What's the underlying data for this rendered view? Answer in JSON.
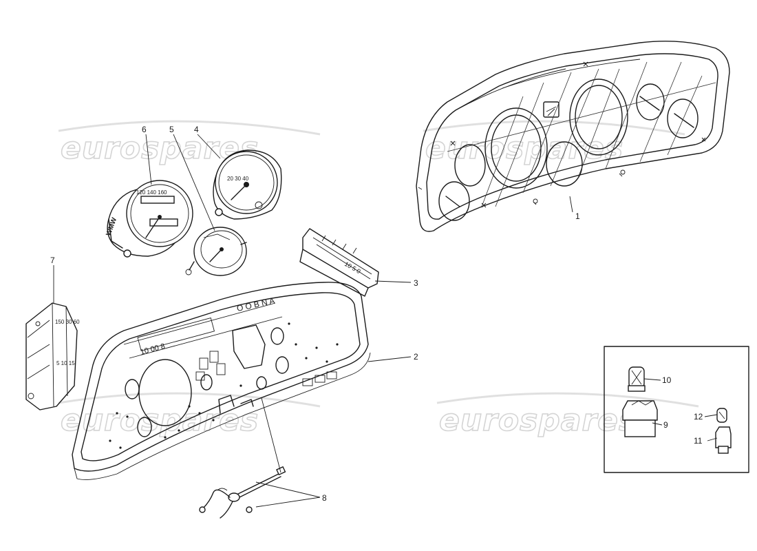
{
  "watermark": {
    "text": "eurospares"
  },
  "callouts": [
    {
      "id": "1",
      "label": "1"
    },
    {
      "id": "2",
      "label": "2"
    },
    {
      "id": "3",
      "label": "3"
    },
    {
      "id": "4",
      "label": "4"
    },
    {
      "id": "5",
      "label": "5"
    },
    {
      "id": "6",
      "label": "6"
    },
    {
      "id": "7",
      "label": "7"
    },
    {
      "id": "8",
      "label": "8"
    },
    {
      "id": "9",
      "label": "9"
    },
    {
      "id": "10",
      "label": "10"
    },
    {
      "id": "11",
      "label": "11"
    },
    {
      "id": "12",
      "label": "12"
    }
  ]
}
